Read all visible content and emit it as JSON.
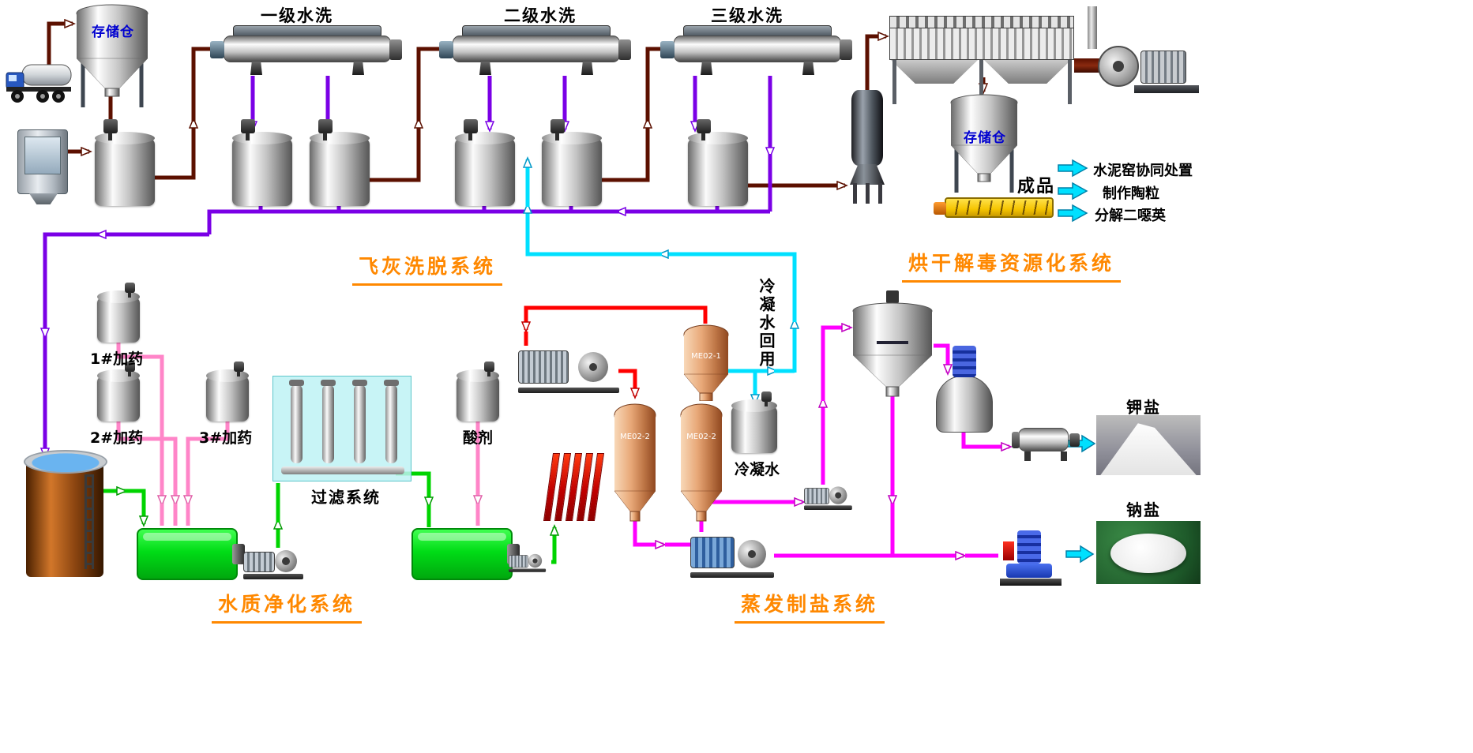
{
  "system_titles": {
    "fly_ash": "飞灰洗脱系统",
    "drying": "烘干解毒资源化系统",
    "water": "水质净化系统",
    "evaporation": "蒸发制盐系统"
  },
  "top": {
    "silo1_label": "存储仓",
    "silo2_label": "存储仓",
    "washers": [
      {
        "label": "一级水洗"
      },
      {
        "label": "二级水洗"
      },
      {
        "label": "三级水洗"
      }
    ],
    "finished_product": "成品",
    "outputs": [
      {
        "label": "水泥窑协同处置"
      },
      {
        "label": "制作陶粒"
      },
      {
        "label": "分解二噁英"
      }
    ]
  },
  "water_section": {
    "dosing_tanks": [
      {
        "label": "1#加药"
      },
      {
        "label": "2#加药"
      },
      {
        "label": "3#加药"
      }
    ],
    "filter_label": "过滤系统",
    "acid_label": "酸剂"
  },
  "evaporation_section": {
    "condensate_reuse": "冷凝水回用",
    "condensate": "冷凝水",
    "evaporators": [
      {
        "tag": "ME02-1"
      },
      {
        "tag": "ME02-2"
      },
      {
        "tag": "ME02-2"
      }
    ]
  },
  "salts": {
    "potassium": "钾盐",
    "sodium": "钠盐"
  },
  "palette": {
    "title_orange": "#ff8800",
    "silo_label_blue": "#0000d0",
    "pipe_maroon": "#5c1000",
    "pipe_purple": "#7a00e6",
    "pipe_cyan": "#00e0ff",
    "pipe_green": "#00d400",
    "pipe_pink": "#ff85c8",
    "pipe_magenta": "#ff00ff",
    "pipe_red": "#ff0000",
    "tank_green": "#00dc16",
    "hx_red": "#e00000",
    "conveyor_yellow": "#f5c400"
  }
}
